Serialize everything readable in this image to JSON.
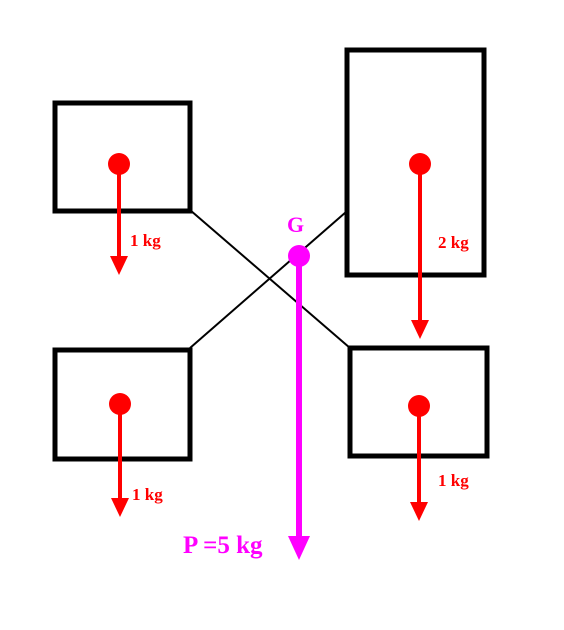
{
  "colors": {
    "box_stroke": "#000000",
    "weight": "#ff0000",
    "resultant": "#ff00ff",
    "connector": "#000000"
  },
  "boxes": [
    {
      "id": "top-left",
      "mass_label": "1 kg"
    },
    {
      "id": "top-right",
      "mass_label": "2 kg"
    },
    {
      "id": "bottom-left",
      "mass_label": "1 kg"
    },
    {
      "id": "bottom-right",
      "mass_label": "1 kg"
    }
  ],
  "center_of_gravity": {
    "label": "G",
    "resultant_label": "P =5 kg"
  }
}
